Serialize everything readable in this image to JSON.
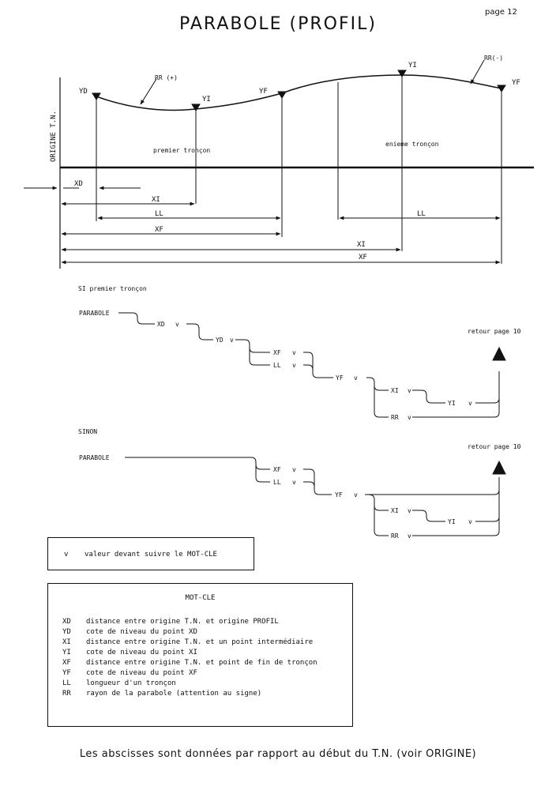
{
  "title": "PARABOLE (PROFIL)",
  "page_number": "page 12",
  "profile": {
    "origin_label": "ORIGINE T.N.",
    "yd": "YD",
    "yi1": "YI",
    "yf1": "YF",
    "yi2": "YI",
    "yf2": "YF",
    "rr_plus": "RR (+)",
    "rr_minus": "RR(-)",
    "premier_troncon": "premier tronçon",
    "enieme_troncon": "enieme tronçon",
    "dim_xd": "XD",
    "dim_xi1": "XI",
    "dim_ll1": "LL",
    "dim_xf1": "XF",
    "dim_ll2": "LL",
    "dim_xi2": "XI",
    "dim_xf2": "XF"
  },
  "syntax1": {
    "heading": "SI premier tronçon",
    "parabole": "PARABOLE",
    "xd": "XD",
    "yd": "YD",
    "xf": "XF",
    "ll": "LL",
    "yf": "YF",
    "xi": "XI",
    "yi": "YI",
    "rr": "RR",
    "v": "v",
    "retour": "retour page 10"
  },
  "syntax2": {
    "heading": "SINON",
    "parabole": "PARABOLE",
    "xf": "XF",
    "ll": "LL",
    "yf": "YF",
    "xi": "XI",
    "yi": "YI",
    "rr": "RR",
    "v": "v",
    "retour": "retour page 10"
  },
  "legend_v": {
    "key": "v",
    "text": "valeur devant suivre le MOT-CLE"
  },
  "keywords": {
    "heading": "MOT-CLE",
    "items": [
      {
        "key": "XD",
        "text": "distance entre origine T.N. et origine PROFIL"
      },
      {
        "key": "YD",
        "text": "cote de niveau du point XD"
      },
      {
        "key": "XI",
        "text": "distance entre origine T.N. et un point intermédiaire"
      },
      {
        "key": "YI",
        "text": "cote de niveau du point XI"
      },
      {
        "key": "XF",
        "text": "distance entre origine T.N. et point de fin de tronçon"
      },
      {
        "key": "YF",
        "text": "cote de niveau du point XF"
      },
      {
        "key": "LL",
        "text": "longueur d'un tronçon"
      },
      {
        "key": "RR",
        "text": "rayon de la parabole (attention au signe)"
      }
    ]
  },
  "footnote": "Les abscisses sont données par rapport au début du T.N. (voir ORIGINE)"
}
